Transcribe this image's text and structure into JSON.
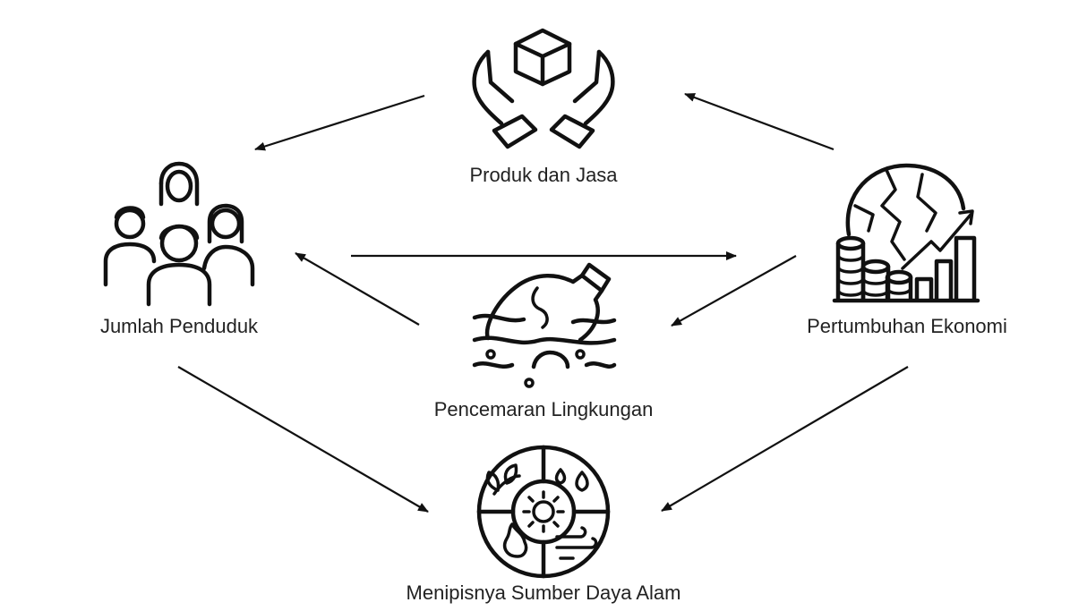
{
  "nodes": [
    {
      "id": "produk",
      "label": "Produk dan Jasa",
      "icon": "hands-box-icon"
    },
    {
      "id": "jumlah",
      "label": "Jumlah Penduduk",
      "icon": "people-group-icon"
    },
    {
      "id": "ekonomi",
      "label": "Pertumbuhan Ekonomi",
      "icon": "globe-growth-chart-icon"
    },
    {
      "id": "pencemaran",
      "label": "Pencemaran Lingkungan",
      "icon": "polluted-bottle-water-icon"
    },
    {
      "id": "sumber",
      "label": "Menipisnya Sumber Daya Alam",
      "icon": "natural-resources-circle-icon"
    }
  ],
  "edges": [
    {
      "from": "produk",
      "to": "jumlah"
    },
    {
      "from": "ekonomi",
      "to": "produk"
    },
    {
      "from": "jumlah",
      "to": "ekonomi"
    },
    {
      "from": "pencemaran",
      "to": "jumlah"
    },
    {
      "from": "ekonomi",
      "to": "pencemaran"
    },
    {
      "from": "jumlah",
      "to": "sumber"
    },
    {
      "from": "ekonomi",
      "to": "sumber"
    }
  ],
  "colors": {
    "stroke": "#111111",
    "text": "#222222",
    "background": "#ffffff"
  }
}
